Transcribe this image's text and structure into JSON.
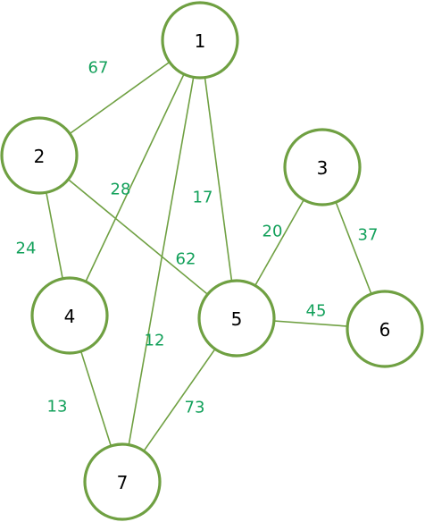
{
  "graph": {
    "node_stroke_color": "#6fa042",
    "edge_color": "#6fa042",
    "weight_color": "#12a05a",
    "nodes": [
      {
        "id": "1",
        "label": "1"
      },
      {
        "id": "2",
        "label": "2"
      },
      {
        "id": "3",
        "label": "3"
      },
      {
        "id": "4",
        "label": "4"
      },
      {
        "id": "5",
        "label": "5"
      },
      {
        "id": "6",
        "label": "6"
      },
      {
        "id": "7",
        "label": "7"
      }
    ],
    "edges": [
      {
        "from": "1",
        "to": "2",
        "weight": "67"
      },
      {
        "from": "1",
        "to": "4",
        "weight": "28"
      },
      {
        "from": "1",
        "to": "5",
        "weight": "17"
      },
      {
        "from": "1",
        "to": "7",
        "weight": "12"
      },
      {
        "from": "2",
        "to": "4",
        "weight": "24"
      },
      {
        "from": "2",
        "to": "5",
        "weight": "62"
      },
      {
        "from": "3",
        "to": "5",
        "weight": "20"
      },
      {
        "from": "3",
        "to": "6",
        "weight": "37"
      },
      {
        "from": "5",
        "to": "6",
        "weight": "45"
      },
      {
        "from": "4",
        "to": "7",
        "weight": "13"
      },
      {
        "from": "5",
        "to": "7",
        "weight": "73"
      }
    ]
  }
}
